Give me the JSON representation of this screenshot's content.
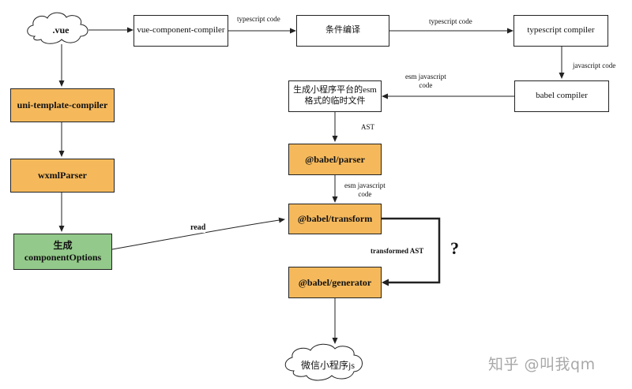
{
  "nodes": {
    "vue_cloud": ".vue",
    "vue_component_compiler": "vue-component-compiler",
    "conditional_compile": "条件编译",
    "typescript_compiler": "typescript compiler",
    "babel_compiler": "babel compiler",
    "temp_file": "生成小程序平台的esm\n格式的临时文件",
    "babel_parser": "@babel/parser",
    "babel_transform": "@babel/transform",
    "babel_generator": "@babel/generator",
    "uni_template_compiler": "uni-template-compiler",
    "wxml_parser": "wxmlParser",
    "component_options": "生成\ncomponentOptions",
    "wechat_js": "微信小程序js"
  },
  "edge_labels": {
    "ts_code_1": "typescript code",
    "ts_code_2": "typescript code",
    "js_code": "javascript code",
    "esm_js_code_1": "esm javascript\ncode",
    "ast": "AST",
    "esm_js_code_2": "esm javascript\ncode",
    "read": "read",
    "transformed_ast": "transformed AST",
    "question": "?"
  },
  "colors": {
    "orange": "#f5b95c",
    "green": "#93c98a",
    "line": "#222222",
    "watermark": "#a8a8a8"
  },
  "watermark": "知乎 @叫我qm"
}
